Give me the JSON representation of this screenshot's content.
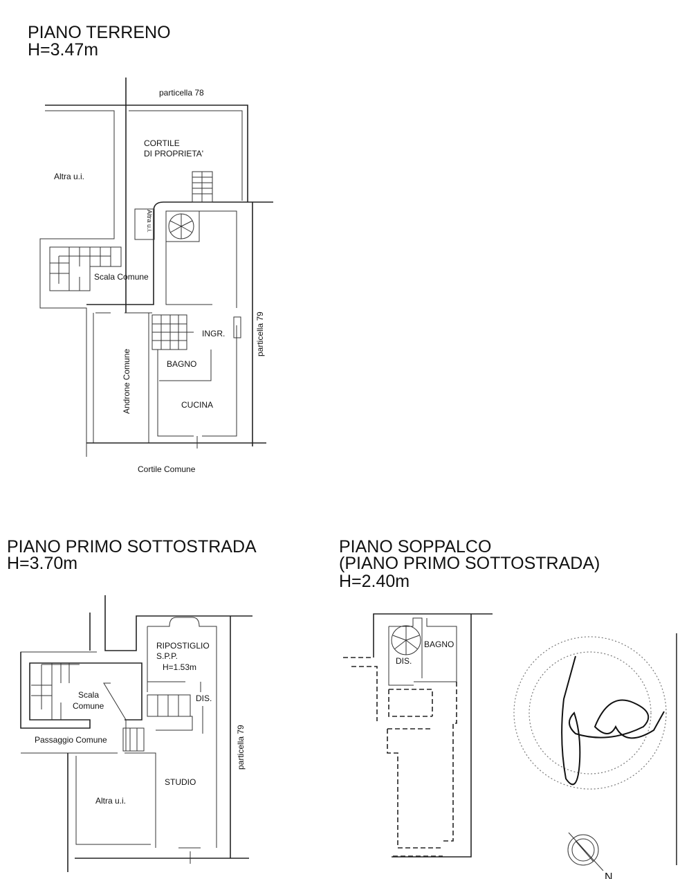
{
  "ground_floor": {
    "title": "PIANO TERRENO",
    "height": "H=3.47m",
    "labels": {
      "parcel_top": "particella 78",
      "courtyard_1": "CORTILE",
      "courtyard_2": "DI PROPRIETA'",
      "other_unit": "Altra u.i.",
      "other_unit_small": "Altra u.i.",
      "stair": "Scala Comune",
      "hall": "Androne Comune",
      "entrance": "INGR.",
      "bathroom": "BAGNO",
      "kitchen": "CUCINA",
      "parcel_right": "particella 79",
      "common_courtyard": "Cortile Comune"
    }
  },
  "basement": {
    "title": "PIANO PRIMO SOTTOSTRADA",
    "height": "H=3.70m",
    "labels": {
      "storage_1": "RIPOSTIGLIO",
      "storage_2": "S.P.P.",
      "storage_height": "H=1.53m",
      "stair_1": "Scala",
      "stair_2": "Comune",
      "hallway": "DIS.",
      "passage": "Passaggio Comune",
      "study": "STUDIO",
      "other_unit": "Altra u.i.",
      "parcel_right": "particella 79"
    }
  },
  "mezzanine": {
    "title": "PIANO SOPPALCO",
    "subtitle": "(PIANO PRIMO SOTTOSTRADA)",
    "height": "H=2.40m",
    "labels": {
      "bathroom": "BAGNO",
      "hallway": "DIS."
    }
  },
  "compass": {
    "north_label": "N"
  },
  "icons": [
    "spiral-stair-icon",
    "stamp-seal-icon",
    "signature-icon",
    "north-arrow-icon"
  ]
}
